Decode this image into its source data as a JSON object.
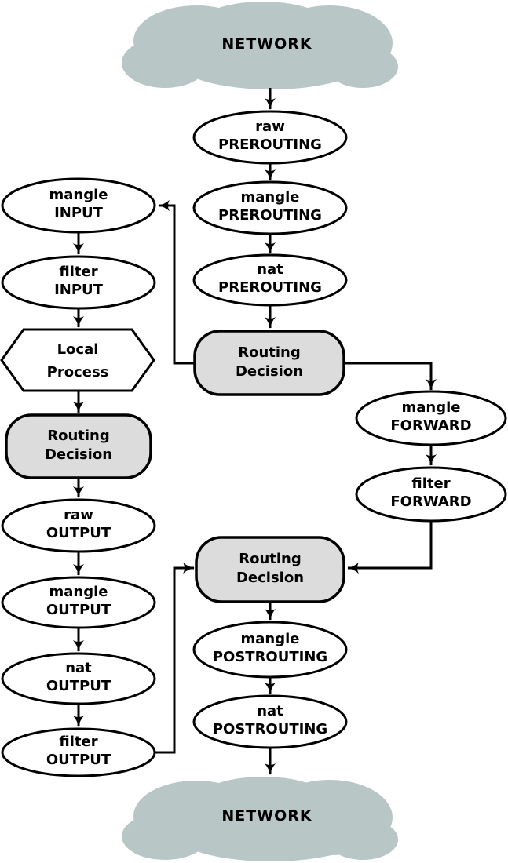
{
  "diagram": {
    "clouds": {
      "top": {
        "label": "NETWORK"
      },
      "bottom": {
        "label": "NETWORK"
      }
    },
    "nodes": {
      "raw_prerouting": {
        "line1": "raw",
        "line2": "PREROUTING"
      },
      "mangle_prerouting": {
        "line1": "mangle",
        "line2": "PREROUTING"
      },
      "nat_prerouting": {
        "line1": "nat",
        "line2": "PREROUTING"
      },
      "routing_decision_mid": {
        "line1": "Routing",
        "line2": "Decision"
      },
      "mangle_input": {
        "line1": "mangle",
        "line2": "INPUT"
      },
      "filter_input": {
        "line1": "filter",
        "line2": "INPUT"
      },
      "local_process": {
        "line1": "Local",
        "line2": "Process"
      },
      "routing_decision_left": {
        "line1": "Routing",
        "line2": "Decision"
      },
      "raw_output": {
        "line1": "raw",
        "line2": "OUTPUT"
      },
      "mangle_output": {
        "line1": "mangle",
        "line2": "OUTPUT"
      },
      "nat_output": {
        "line1": "nat",
        "line2": "OUTPUT"
      },
      "filter_output": {
        "line1": "filter",
        "line2": "OUTPUT"
      },
      "mangle_forward": {
        "line1": "mangle",
        "line2": "FORWARD"
      },
      "filter_forward": {
        "line1": "filter",
        "line2": "FORWARD"
      },
      "routing_decision_bottom": {
        "line1": "Routing",
        "line2": "Decision"
      },
      "mangle_postrouting": {
        "line1": "mangle",
        "line2": "POSTROUTING"
      },
      "nat_postrouting": {
        "line1": "nat",
        "line2": "POSTROUTING"
      }
    },
    "colors": {
      "cloud_fill": "#b9c6c6",
      "chain_fill": "#ffffff",
      "decision_fill": "#dcdcdc",
      "stroke": "#000000",
      "background": "#ffffff"
    }
  }
}
